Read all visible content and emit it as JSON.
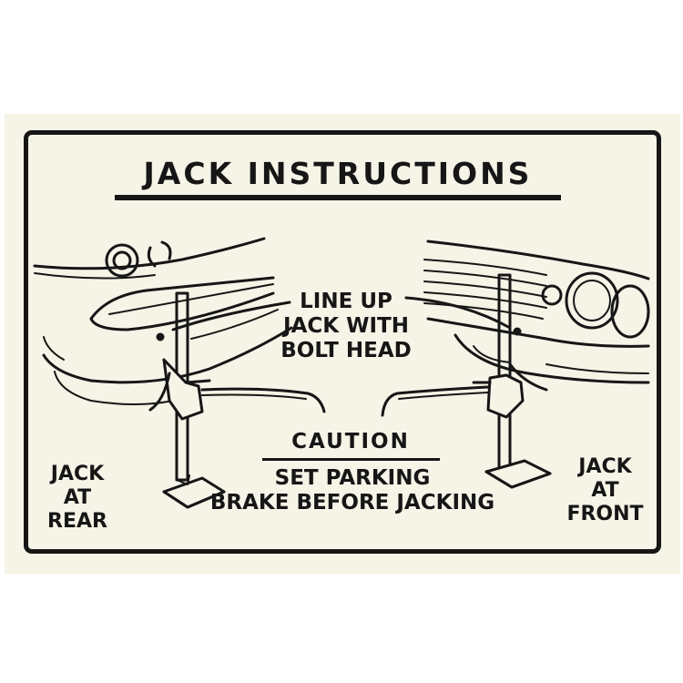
{
  "decal": {
    "title": "JACK INSTRUCTIONS",
    "center_note": [
      "LINE UP",
      "JACK WITH",
      "BOLT HEAD"
    ],
    "caution_heading": "CAUTION",
    "caution_text": [
      "SET PARKING",
      "BRAKE BEFORE JACKING"
    ],
    "rear_label": [
      "JACK",
      "AT",
      "REAR"
    ],
    "front_label": [
      "JACK",
      "AT",
      "FRONT"
    ]
  },
  "colors": {
    "ink": "#161616",
    "paper": "#f6f3e7",
    "background": "#ffffff"
  }
}
